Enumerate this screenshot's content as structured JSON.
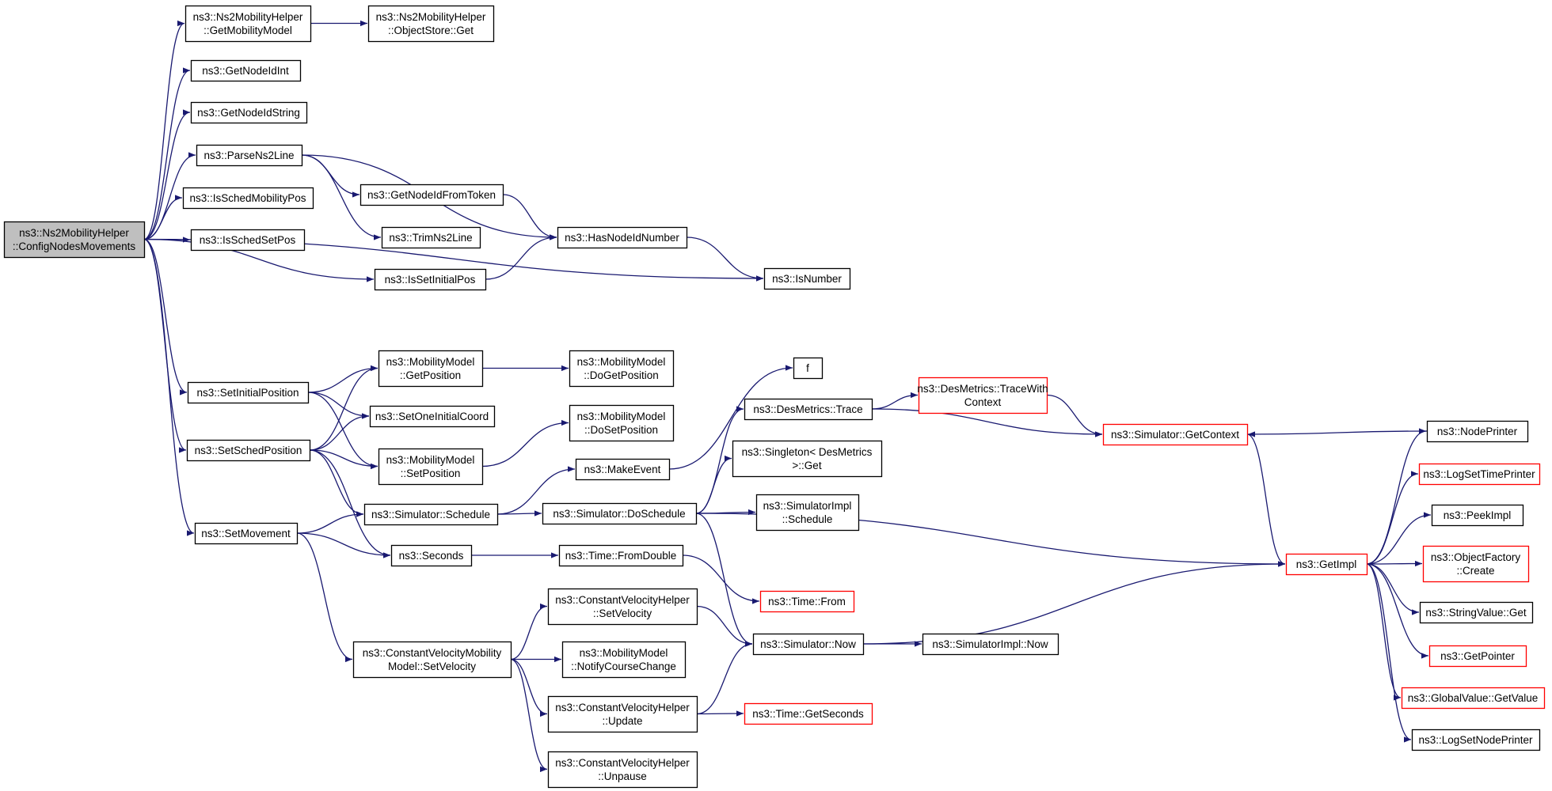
{
  "colors": {
    "edge": "#191970",
    "node_border": "#000000",
    "external_border": "#ff0000",
    "root_fill": "#bfbfbf",
    "node_fill": "#ffffff",
    "text": "#000000"
  },
  "nodes": [
    {
      "id": "root",
      "lines": [
        "ns3::Ns2MobilityHelper",
        "::ConfigNodesMovements"
      ],
      "kind": "root"
    },
    {
      "id": "getMobilityModel",
      "lines": [
        "ns3::Ns2MobilityHelper",
        "::GetMobilityModel"
      ],
      "kind": "normal"
    },
    {
      "id": "objectStoreGet",
      "lines": [
        "ns3::Ns2MobilityHelper",
        "::ObjectStore::Get"
      ],
      "kind": "normal"
    },
    {
      "id": "getNodeIdInt",
      "lines": [
        "ns3::GetNodeIdInt"
      ],
      "kind": "normal"
    },
    {
      "id": "getNodeIdString",
      "lines": [
        "ns3::GetNodeIdString"
      ],
      "kind": "normal"
    },
    {
      "id": "parseNs2Line",
      "lines": [
        "ns3::ParseNs2Line"
      ],
      "kind": "normal"
    },
    {
      "id": "getNodeIdFromToken",
      "lines": [
        "ns3::GetNodeIdFromToken"
      ],
      "kind": "normal"
    },
    {
      "id": "trimNs2Line",
      "lines": [
        "ns3::TrimNs2Line"
      ],
      "kind": "normal"
    },
    {
      "id": "hasNodeIdNumber",
      "lines": [
        "ns3::HasNodeIdNumber"
      ],
      "kind": "normal"
    },
    {
      "id": "isSchedMobilityPos",
      "lines": [
        "ns3::IsSchedMobilityPos"
      ],
      "kind": "normal"
    },
    {
      "id": "isSchedSetPos",
      "lines": [
        "ns3::IsSchedSetPos"
      ],
      "kind": "normal"
    },
    {
      "id": "isSetInitialPos",
      "lines": [
        "ns3::IsSetInitialPos"
      ],
      "kind": "normal"
    },
    {
      "id": "isNumber",
      "lines": [
        "ns3::IsNumber"
      ],
      "kind": "normal"
    },
    {
      "id": "setInitialPosition",
      "lines": [
        "ns3::SetInitialPosition"
      ],
      "kind": "normal"
    },
    {
      "id": "mmGetPosition",
      "lines": [
        "ns3::MobilityModel",
        "::GetPosition"
      ],
      "kind": "normal"
    },
    {
      "id": "mmDoGetPosition",
      "lines": [
        "ns3::MobilityModel",
        "::DoGetPosition"
      ],
      "kind": "normal"
    },
    {
      "id": "setOneInitialCoord",
      "lines": [
        "ns3::SetOneInitialCoord"
      ],
      "kind": "normal"
    },
    {
      "id": "mmDoSetPosition",
      "lines": [
        "ns3::MobilityModel",
        "::DoSetPosition"
      ],
      "kind": "normal"
    },
    {
      "id": "setSchedPosition",
      "lines": [
        "ns3::SetSchedPosition"
      ],
      "kind": "normal"
    },
    {
      "id": "mmSetPosition",
      "lines": [
        "ns3::MobilityModel",
        "::SetPosition"
      ],
      "kind": "normal"
    },
    {
      "id": "f",
      "lines": [
        "f"
      ],
      "kind": "normal"
    },
    {
      "id": "desMetricsTrace",
      "lines": [
        "ns3::DesMetrics::Trace"
      ],
      "kind": "normal"
    },
    {
      "id": "desMetricsTraceWithContext",
      "lines": [
        "ns3::DesMetrics::TraceWith",
        "Context"
      ],
      "kind": "external"
    },
    {
      "id": "simGetContext",
      "lines": [
        "ns3::Simulator::GetContext"
      ],
      "kind": "external"
    },
    {
      "id": "nodePrinter",
      "lines": [
        "ns3::NodePrinter"
      ],
      "kind": "normal"
    },
    {
      "id": "singletonGet",
      "lines": [
        "ns3::Singleton< DesMetrics",
        ">::Get"
      ],
      "kind": "normal"
    },
    {
      "id": "makeEvent",
      "lines": [
        "ns3::MakeEvent"
      ],
      "kind": "normal"
    },
    {
      "id": "logSetTimePrinter",
      "lines": [
        "ns3::LogSetTimePrinter"
      ],
      "kind": "external"
    },
    {
      "id": "setMovement",
      "lines": [
        "ns3::SetMovement"
      ],
      "kind": "normal"
    },
    {
      "id": "simSchedule",
      "lines": [
        "ns3::Simulator::Schedule"
      ],
      "kind": "normal"
    },
    {
      "id": "simDoSchedule",
      "lines": [
        "ns3::Simulator::DoSchedule"
      ],
      "kind": "normal"
    },
    {
      "id": "simImplSchedule",
      "lines": [
        "ns3::SimulatorImpl",
        "::Schedule"
      ],
      "kind": "normal"
    },
    {
      "id": "peekImpl",
      "lines": [
        "ns3::PeekImpl"
      ],
      "kind": "normal"
    },
    {
      "id": "seconds",
      "lines": [
        "ns3::Seconds"
      ],
      "kind": "normal"
    },
    {
      "id": "timeFromDouble",
      "lines": [
        "ns3::Time::FromDouble"
      ],
      "kind": "normal"
    },
    {
      "id": "getImpl",
      "lines": [
        "ns3::GetImpl"
      ],
      "kind": "external"
    },
    {
      "id": "objectFactoryCreate",
      "lines": [
        "ns3::ObjectFactory",
        "::Create"
      ],
      "kind": "external"
    },
    {
      "id": "cvhSetVelocity",
      "lines": [
        "ns3::ConstantVelocityHelper",
        "::SetVelocity"
      ],
      "kind": "normal"
    },
    {
      "id": "timeFrom",
      "lines": [
        "ns3::Time::From"
      ],
      "kind": "external"
    },
    {
      "id": "stringValueGet",
      "lines": [
        "ns3::StringValue::Get"
      ],
      "kind": "normal"
    },
    {
      "id": "cvmmSetVelocity",
      "lines": [
        "ns3::ConstantVelocityMobility",
        "Model::SetVelocity"
      ],
      "kind": "normal"
    },
    {
      "id": "mmNotifyCourseChange",
      "lines": [
        "ns3::MobilityModel",
        "::NotifyCourseChange"
      ],
      "kind": "normal"
    },
    {
      "id": "simNow",
      "lines": [
        "ns3::Simulator::Now"
      ],
      "kind": "normal"
    },
    {
      "id": "simImplNow",
      "lines": [
        "ns3::SimulatorImpl::Now"
      ],
      "kind": "normal"
    },
    {
      "id": "getPointer",
      "lines": [
        "ns3::GetPointer"
      ],
      "kind": "external"
    },
    {
      "id": "cvhUpdate",
      "lines": [
        "ns3::ConstantVelocityHelper",
        "::Update"
      ],
      "kind": "normal"
    },
    {
      "id": "timeGetSeconds",
      "lines": [
        "ns3::Time::GetSeconds"
      ],
      "kind": "external"
    },
    {
      "id": "globalValueGetValue",
      "lines": [
        "ns3::GlobalValue::GetValue"
      ],
      "kind": "external"
    },
    {
      "id": "logSetNodePrinter",
      "lines": [
        "ns3::LogSetNodePrinter"
      ],
      "kind": "normal"
    },
    {
      "id": "cvhUnpause",
      "lines": [
        "ns3::ConstantVelocityHelper",
        "::Unpause"
      ],
      "kind": "normal"
    }
  ],
  "edges": [
    {
      "from": "root",
      "to": "getMobilityModel"
    },
    {
      "from": "getMobilityModel",
      "to": "objectStoreGet"
    },
    {
      "from": "root",
      "to": "getNodeIdInt"
    },
    {
      "from": "root",
      "to": "getNodeIdString"
    },
    {
      "from": "root",
      "to": "parseNs2Line"
    },
    {
      "from": "parseNs2Line",
      "to": "getNodeIdFromToken"
    },
    {
      "from": "parseNs2Line",
      "to": "trimNs2Line"
    },
    {
      "from": "parseNs2Line",
      "to": "hasNodeIdNumber"
    },
    {
      "from": "getNodeIdFromToken",
      "to": "hasNodeIdNumber"
    },
    {
      "from": "root",
      "to": "isSchedMobilityPos"
    },
    {
      "from": "root",
      "to": "isSchedSetPos"
    },
    {
      "from": "root",
      "to": "isSetInitialPos"
    },
    {
      "from": "isSetInitialPos",
      "to": "hasNodeIdNumber"
    },
    {
      "from": "hasNodeIdNumber",
      "to": "isNumber"
    },
    {
      "from": "root",
      "to": "isNumber"
    },
    {
      "from": "root",
      "to": "setInitialPosition"
    },
    {
      "from": "root",
      "to": "setSchedPosition"
    },
    {
      "from": "root",
      "to": "setMovement"
    },
    {
      "from": "setInitialPosition",
      "to": "mmGetPosition"
    },
    {
      "from": "setInitialPosition",
      "to": "setOneInitialCoord"
    },
    {
      "from": "setInitialPosition",
      "to": "mmSetPosition"
    },
    {
      "from": "setSchedPosition",
      "to": "mmGetPosition"
    },
    {
      "from": "setSchedPosition",
      "to": "setOneInitialCoord"
    },
    {
      "from": "setSchedPosition",
      "to": "mmSetPosition"
    },
    {
      "from": "setSchedPosition",
      "to": "simSchedule"
    },
    {
      "from": "setSchedPosition",
      "to": "seconds"
    },
    {
      "from": "mmGetPosition",
      "to": "mmDoGetPosition"
    },
    {
      "from": "mmSetPosition",
      "to": "mmDoSetPosition"
    },
    {
      "from": "setMovement",
      "to": "simSchedule"
    },
    {
      "from": "setMovement",
      "to": "seconds"
    },
    {
      "from": "setMovement",
      "to": "cvmmSetVelocity"
    },
    {
      "from": "simSchedule",
      "to": "makeEvent"
    },
    {
      "from": "simSchedule",
      "to": "simDoSchedule"
    },
    {
      "from": "makeEvent",
      "to": "f"
    },
    {
      "from": "simDoSchedule",
      "to": "desMetricsTrace"
    },
    {
      "from": "simDoSchedule",
      "to": "singletonGet"
    },
    {
      "from": "simDoSchedule",
      "to": "simImplSchedule"
    },
    {
      "from": "simDoSchedule",
      "to": "getImpl"
    },
    {
      "from": "simDoSchedule",
      "to": "simNow"
    },
    {
      "from": "desMetricsTrace",
      "to": "desMetricsTraceWithContext"
    },
    {
      "from": "desMetricsTrace",
      "to": "simGetContext"
    },
    {
      "from": "desMetricsTraceWithContext",
      "to": "simGetContext"
    },
    {
      "from": "nodePrinter",
      "to": "simGetContext"
    },
    {
      "from": "simGetContext",
      "to": "getImpl"
    },
    {
      "from": "seconds",
      "to": "timeFromDouble"
    },
    {
      "from": "timeFromDouble",
      "to": "timeFrom"
    },
    {
      "from": "cvmmSetVelocity",
      "to": "cvhSetVelocity"
    },
    {
      "from": "cvmmSetVelocity",
      "to": "mmNotifyCourseChange"
    },
    {
      "from": "cvmmSetVelocity",
      "to": "cvhUpdate"
    },
    {
      "from": "cvmmSetVelocity",
      "to": "cvhUnpause"
    },
    {
      "from": "cvhSetVelocity",
      "to": "simNow"
    },
    {
      "from": "cvhUpdate",
      "to": "simNow"
    },
    {
      "from": "cvhUpdate",
      "to": "timeGetSeconds"
    },
    {
      "from": "simNow",
      "to": "simImplNow"
    },
    {
      "from": "simNow",
      "to": "getImpl"
    },
    {
      "from": "getImpl",
      "to": "nodePrinter"
    },
    {
      "from": "getImpl",
      "to": "logSetTimePrinter"
    },
    {
      "from": "getImpl",
      "to": "peekImpl"
    },
    {
      "from": "getImpl",
      "to": "objectFactoryCreate"
    },
    {
      "from": "getImpl",
      "to": "stringValueGet"
    },
    {
      "from": "getImpl",
      "to": "getPointer"
    },
    {
      "from": "getImpl",
      "to": "globalValueGetValue"
    },
    {
      "from": "getImpl",
      "to": "logSetNodePrinter"
    }
  ]
}
